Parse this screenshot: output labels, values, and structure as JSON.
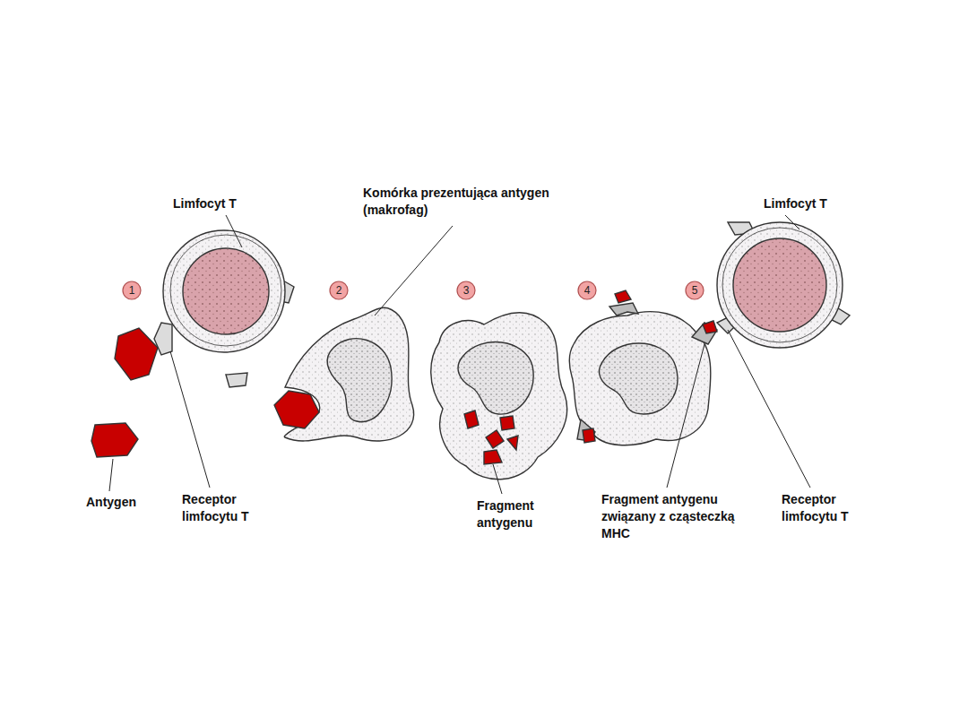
{
  "diagram": {
    "labels": [
      "Limfocyt T",
      "Komórka prezentująca antygen (makrofag)",
      "Limfocyt T",
      "1",
      "2",
      "3",
      "4",
      "5",
      "Antygen",
      "Receptor limfocytu T",
      "Fragment antygenu",
      "Fragment antygenu związany z cząsteczką MHC",
      "Receptor limfocytu T"
    ]
  }
}
